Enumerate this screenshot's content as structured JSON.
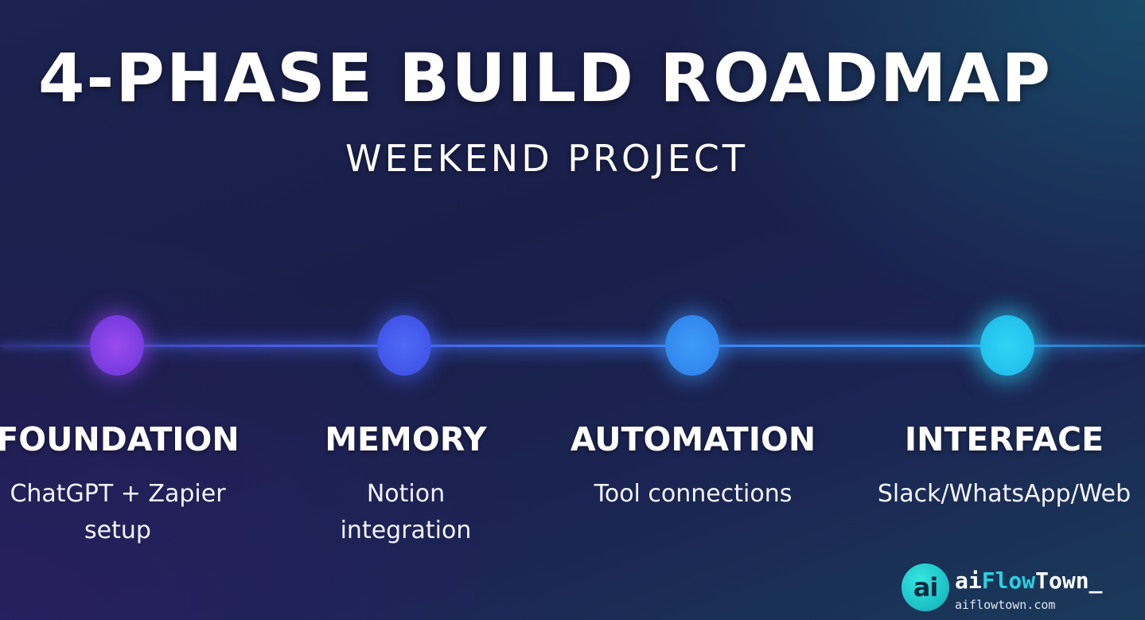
{
  "header": {
    "title": "4-PHASE BUILD ROADMAP",
    "subtitle": "WEEKEND PROJECT"
  },
  "phases": [
    {
      "title": "FOUNDATION",
      "desc": [
        "ChatGPT + Zapier",
        "setup"
      ],
      "color": "#8a45ea"
    },
    {
      "title": "MEMORY",
      "desc": [
        "Notion",
        "integration"
      ],
      "color": "#4a62f0"
    },
    {
      "title": "AUTOMATION",
      "desc": [
        "Tool connections"
      ],
      "color": "#3990f2"
    },
    {
      "title": "INTERFACE",
      "desc": [
        "Slack/WhatsApp/Web"
      ],
      "color": "#28cdf0"
    }
  ],
  "brand": {
    "badge": "ai",
    "name_ai": "ai",
    "name_flow": "Flow",
    "name_town": "Town_",
    "url": "aiflowtown.com",
    "accent": "#2ad0e0"
  }
}
